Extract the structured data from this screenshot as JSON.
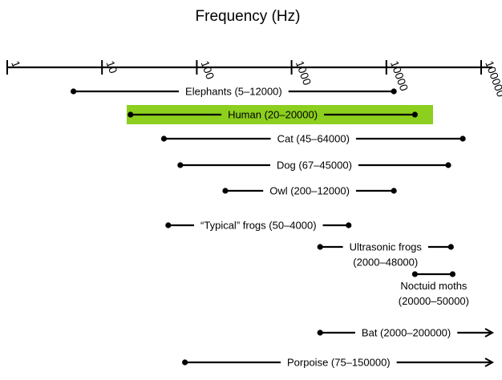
{
  "chart_data": {
    "type": "range",
    "title": "Frequency (Hz)",
    "xlabel": "Frequency (Hz)",
    "xscale": "log",
    "xlim": [
      1,
      100000
    ],
    "ticks": [
      {
        "value": 1,
        "label": "1"
      },
      {
        "value": 10,
        "label": "10"
      },
      {
        "value": 100,
        "label": "100"
      },
      {
        "value": 1000,
        "label": "1000"
      },
      {
        "value": 10000,
        "label": "10000"
      },
      {
        "value": 100000,
        "label": "100000"
      }
    ],
    "highlight_color": "#8ccf1e",
    "series": [
      {
        "name": "Elephants",
        "lines": [
          "Elephants (5–12000)"
        ],
        "low": 5,
        "high": 12000
      },
      {
        "name": "Human",
        "lines": [
          "Human (20–20000)"
        ],
        "low": 20,
        "high": 20000,
        "highlight": true
      },
      {
        "name": "Cat",
        "lines": [
          "Cat (45–64000)"
        ],
        "low": 45,
        "high": 64000
      },
      {
        "name": "Dog",
        "lines": [
          "Dog (67–45000)"
        ],
        "low": 67,
        "high": 45000
      },
      {
        "name": "Owl",
        "lines": [
          "Owl (200–12000)"
        ],
        "low": 200,
        "high": 12000
      },
      {
        "name": "“Typical” frogs",
        "lines": [
          "“Typical” frogs (50–4000)"
        ],
        "low": 50,
        "high": 4000
      },
      {
        "name": "Ultrasonic frogs",
        "lines": [
          "Ultrasonic frogs",
          "(2000–48000)"
        ],
        "low": 2000,
        "high": 48000
      },
      {
        "name": "Noctuid moths",
        "lines": [
          "Noctuid moths",
          "(20000–50000)"
        ],
        "low": 20000,
        "high": 50000
      },
      {
        "name": "Bat",
        "lines": [
          "Bat (2000–200000)"
        ],
        "low": 2000,
        "high": 200000,
        "arrow": true
      },
      {
        "name": "Porpoise",
        "lines": [
          "Porpoise (75–150000)"
        ],
        "low": 75,
        "high": 150000,
        "arrow": true
      }
    ]
  }
}
